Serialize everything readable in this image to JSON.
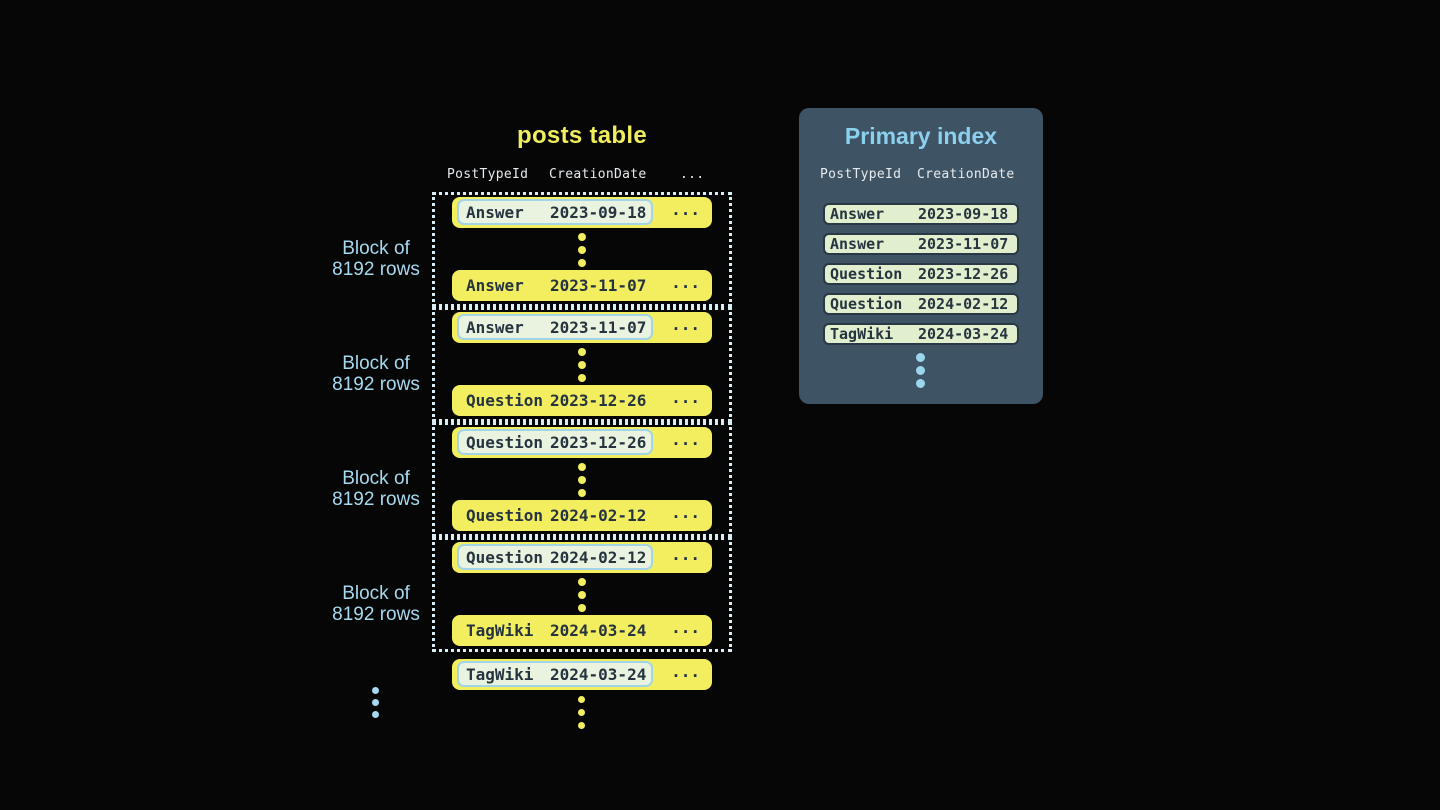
{
  "colors": {
    "background": "#060606",
    "row_yellow": "#f2ee5f",
    "title_yellow": "#f1ee5e",
    "label_blue": "#a6d9ef",
    "index_title_blue": "#8bd0ee",
    "panel_background": "#3e5464",
    "index_row_green": "#e2efcf",
    "highlight_fill": "#e9f3e0",
    "highlight_border": "#a2d4e8",
    "dark_text": "#263440",
    "header_text": "#e6eaee",
    "dotted_border": "#d9edf7"
  },
  "icons": {
    "more_rows_dots": "ellipsis-dots-vertical"
  },
  "posts_table": {
    "title": "posts table",
    "headers": {
      "col1": "PostTypeId",
      "col2": "CreationDate",
      "more": "..."
    },
    "row_ellipsis": "...",
    "block_label": {
      "line1": "Block of",
      "line2": "8192 rows"
    },
    "blocks": [
      {
        "first": {
          "type": "Answer",
          "date": "2023-09-18"
        },
        "last": {
          "type": "Answer",
          "date": "2023-11-07"
        }
      },
      {
        "first": {
          "type": "Answer",
          "date": "2023-11-07"
        },
        "last": {
          "type": "Question",
          "date": "2023-12-26"
        }
      },
      {
        "first": {
          "type": "Question",
          "date": "2023-12-26"
        },
        "last": {
          "type": "Question",
          "date": "2024-02-12"
        }
      },
      {
        "first": {
          "type": "Question",
          "date": "2024-02-12"
        },
        "last": {
          "type": "TagWiki",
          "date": "2024-03-24"
        }
      }
    ],
    "trailing_row": {
      "type": "TagWiki",
      "date": "2024-03-24"
    }
  },
  "primary_index": {
    "title": "Primary index",
    "headers": {
      "col1": "PostTypeId",
      "col2": "CreationDate"
    },
    "rows": [
      {
        "type": "Answer",
        "date": "2023-09-18"
      },
      {
        "type": "Answer",
        "date": "2023-11-07"
      },
      {
        "type": "Question",
        "date": "2023-12-26"
      },
      {
        "type": "Question",
        "date": "2024-02-12"
      },
      {
        "type": "TagWiki",
        "date": "2024-03-24"
      }
    ]
  }
}
